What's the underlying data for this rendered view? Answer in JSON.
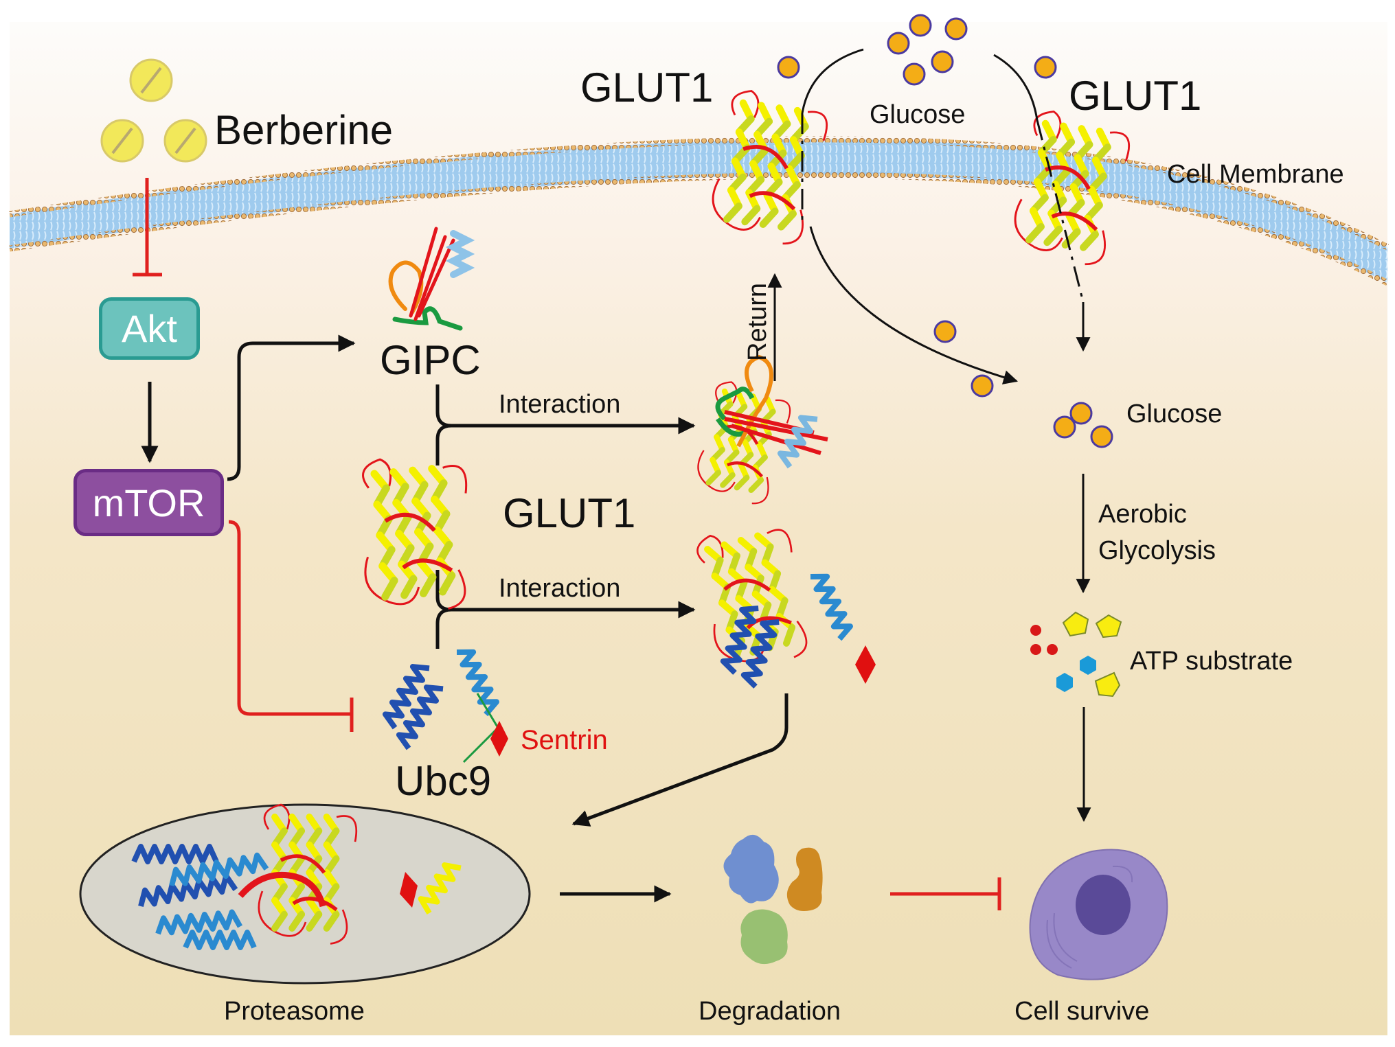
{
  "figure": {
    "title": "Berberine inhibits GLUT1 via Akt/mTOR-GIPC/Ubc9 pathway",
    "background": {
      "top": "#fdfbf8",
      "bottom": "#eedfb6"
    }
  },
  "labels": {
    "berberine": "Berberine",
    "akt": "Akt",
    "mtor": "mTOR",
    "glut1_membrane_left": "GLUT1",
    "glut1_membrane_right": "GLUT1",
    "glucose_extracellular": "Glucose",
    "cell_membrane": "Cell Membrane",
    "gipc": "GIPC",
    "interaction_1": "Interaction",
    "glut1_cytoplasm": "GLUT1",
    "interaction_2": "Interaction",
    "ubc9": "Ubc9",
    "sentrin": "Sentrin",
    "return": "Return",
    "glucose_intracellular": "Glucose",
    "aerobic": "Aerobic",
    "glycolysis": "Glycolysis",
    "atp_substrate": "ATP substrate",
    "proteasome": "Proteasome",
    "degradation": "Degradation",
    "cell_survive": "Cell survive"
  },
  "colors": {
    "akt_fill": "#6cc3bd",
    "akt_border": "#2a9b92",
    "mtor_fill": "#8d4f9f",
    "mtor_border": "#6a2c85",
    "inhibit": "#e0201e",
    "activate": "#111111",
    "glucose_fill": "#f4ad16",
    "glucose_stroke": "#4b3aa0",
    "pill_fill": "#f2e85a",
    "membrane_core": "#9fcbee",
    "membrane_head": "#d6a466",
    "helix_yellow": "#f4f000",
    "helix_lime": "#c8d820",
    "loop_red": "#e3141b",
    "ubc9_dark": "#2150b0",
    "ubc9_light": "#2a8ad0",
    "sentrin": "#e01010",
    "proteasome_fill": "#d8d6cc",
    "cell_fill": "#9888c8",
    "nucleus_fill": "#5a4a98"
  },
  "edges": [
    {
      "from": "Berberine",
      "to": "Akt",
      "type": "inhibits"
    },
    {
      "from": "Akt",
      "to": "mTOR",
      "type": "activates"
    },
    {
      "from": "mTOR",
      "to": "GIPC",
      "type": "activates"
    },
    {
      "from": "mTOR",
      "to": "Ubc9",
      "type": "inhibits"
    },
    {
      "from": "GIPC + GLUT1",
      "to": "GIPC-GLUT1 complex",
      "type": "interaction"
    },
    {
      "from": "GIPC-GLUT1 complex",
      "to": "Membrane GLUT1",
      "type": "return"
    },
    {
      "from": "GLUT1 + Ubc9",
      "to": "GLUT1-Ubc9-Sentrin complex",
      "type": "interaction"
    },
    {
      "from": "GLUT1-Ubc9-Sentrin complex",
      "to": "Proteasome",
      "type": "activates"
    },
    {
      "from": "Proteasome",
      "to": "Degradation",
      "type": "activates"
    },
    {
      "from": "Degradation",
      "to": "Cell survive",
      "type": "inhibits"
    },
    {
      "from": "Glucose (extracellular)",
      "to": "Glucose (intracellular)",
      "type": "transport"
    },
    {
      "from": "Glucose (intracellular)",
      "to": "ATP substrate",
      "type": "aerobic glycolysis"
    },
    {
      "from": "ATP substrate",
      "to": "Cell survive",
      "type": "activates"
    }
  ]
}
